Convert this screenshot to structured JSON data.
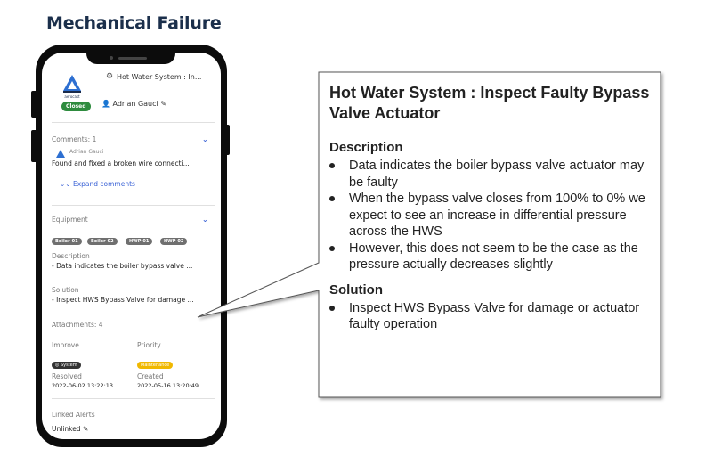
{
  "page": {
    "title": "Mechanical Failure"
  },
  "phone": {
    "logo_text": "aerocast",
    "header_title": "Hot Water System : In...",
    "status": "Closed",
    "assignee": "Adrian Gauci",
    "comments": {
      "label": "Comments: 1",
      "author": "Adrian Gauci",
      "text": "Found and fixed a broken wire connecti...",
      "expand": "Expand comments"
    },
    "equipment": {
      "label": "Equipment",
      "tags": [
        "Boiler-01",
        "Boiler-02",
        "HWP-01",
        "HWP-02"
      ]
    },
    "description": {
      "label": "Description",
      "text": "- Data indicates the boiler bypass valve ..."
    },
    "solution": {
      "label": "Solution",
      "text": "- Inspect HWS Bypass Valve for damage ..."
    },
    "attachments": "Attachments: 4",
    "improve": {
      "label": "Improve",
      "value": "System"
    },
    "priority": {
      "label": "Priority",
      "value": "Maintenance"
    },
    "resolved": {
      "label": "Resolved",
      "value": "2022-06-02 13:22:13"
    },
    "created": {
      "label": "Created",
      "value": "2022-05-16 13:20:49"
    },
    "linked_alerts": {
      "label": "Linked Alerts",
      "value": "Unlinked"
    }
  },
  "callout": {
    "title": "Hot Water System : Inspect Faulty Bypass Valve Actuator",
    "description_heading": "Description",
    "description_items": [
      "Data indicates the boiler bypass valve actuator may be faulty",
      "When the bypass valve closes from 100% to 0% we expect to see an increase in differential pressure across the HWS",
      "However, this does not seem to be the case as the pressure actually decreases slightly"
    ],
    "solution_heading": "Solution",
    "solution_items": [
      "Inspect HWS Bypass Valve for damage or actuator faulty operation"
    ]
  },
  "colors": {
    "title": "#1b2f4b",
    "status_closed": "#2e8b3e",
    "link_blue": "#3b63d6",
    "maintenance": "#f0b800",
    "system_badge": "#333333",
    "equipment_tag": "#6f6f6f"
  }
}
